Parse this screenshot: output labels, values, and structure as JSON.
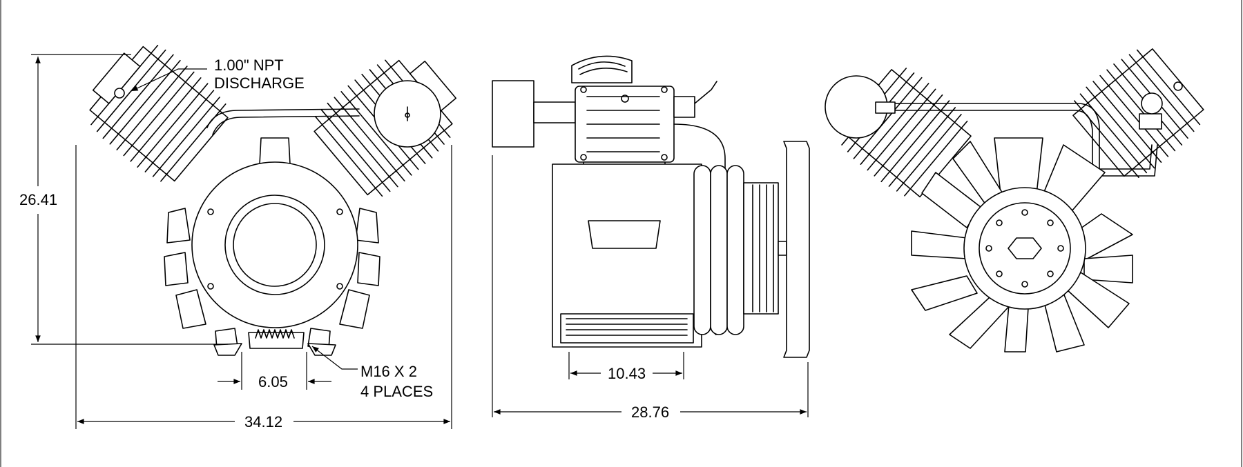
{
  "drawing": {
    "views": [
      "front-view",
      "side-view",
      "rear-view"
    ],
    "line_color": "#000000",
    "background_color": "#ffffff"
  },
  "labels": {
    "discharge_line1": "1.00\" NPT",
    "discharge_line2": "DISCHARGE",
    "height_dim": "26.41",
    "bolt_spacing_dim": "6.05",
    "thread_line1": "M16 X 2",
    "thread_line2": "4 PLACES",
    "front_width_dim": "34.12",
    "base_width_dim": "10.43",
    "side_width_dim": "28.76"
  }
}
